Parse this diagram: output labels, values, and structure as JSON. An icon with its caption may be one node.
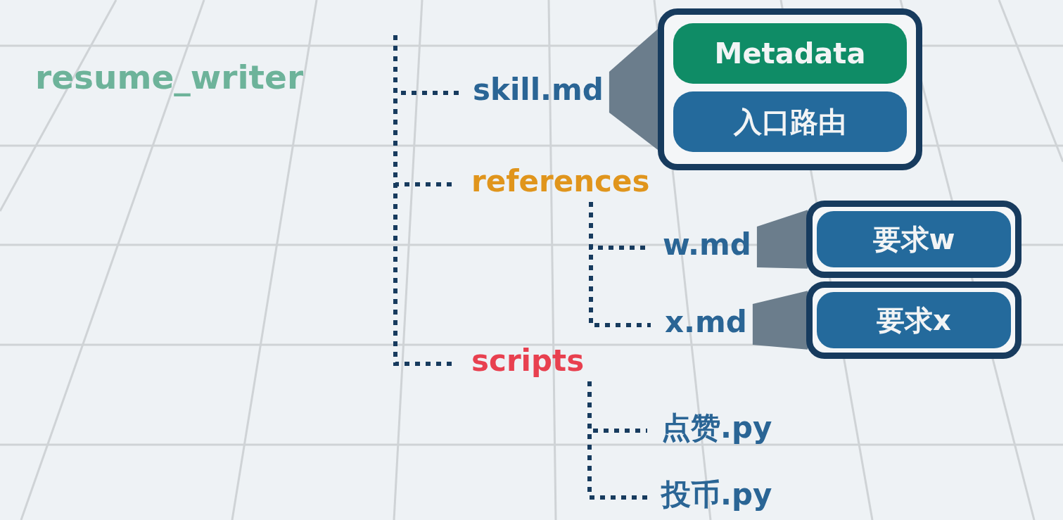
{
  "diagram": {
    "nodes": [
      {
        "text": [
          "resume_writer"
        ]
      },
      {
        "text": [
          "skill.md"
        ]
      },
      {
        "text": [],
        "shape": "box"
      },
      {
        "text": [
          "Metadata"
        ],
        "in": 2
      },
      {
        "text": [
          "入口路由"
        ],
        "in": 2
      },
      {
        "text": [
          "references"
        ]
      },
      {
        "text": [
          "w.md"
        ]
      },
      {
        "text": [
          "要求w"
        ]
      },
      {
        "text": [
          "x.md"
        ]
      },
      {
        "text": [
          "要求x"
        ]
      },
      {
        "text": [
          "scripts"
        ]
      },
      {
        "text": [
          "点赞.py"
        ]
      },
      {
        "text": [
          "投币.py"
        ]
      }
    ],
    "edges": [
      {
        "from": null,
        "to": 1,
        "arrow": "none",
        "style": "dashed"
      },
      {
        "from": null,
        "to": 5,
        "arrow": "none",
        "style": "dashed"
      },
      {
        "from": null,
        "to": 10,
        "arrow": "none",
        "style": "dashed"
      },
      {
        "from": 5,
        "to": 6,
        "arrow": "none",
        "style": "dashed"
      },
      {
        "from": 5,
        "to": 8,
        "arrow": "none",
        "style": "dashed"
      },
      {
        "from": 10,
        "to": 11,
        "arrow": "none",
        "style": "dashed"
      },
      {
        "from": 10,
        "to": 12,
        "arrow": "none",
        "style": "dashed"
      },
      {
        "from": 1,
        "to": 2,
        "arrow": "none",
        "color": "#6b7d8c"
      },
      {
        "from": 6,
        "to": 7,
        "arrow": "none",
        "color": "#6b7d8c"
      },
      {
        "from": 8,
        "to": 9,
        "arrow": "none",
        "color": "#6b7d8c"
      }
    ]
  }
}
